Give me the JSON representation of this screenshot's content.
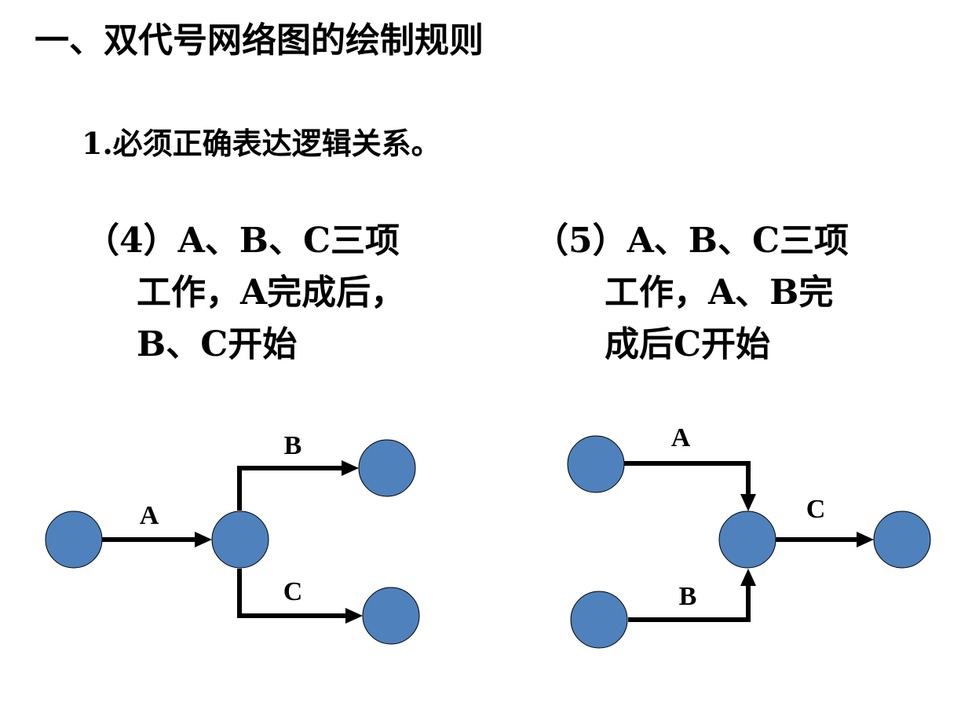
{
  "heading": "一、双代号网络图的绘制规则",
  "rule": "1.必须正确表达逻辑关系。",
  "case4": {
    "lines": [
      "（4）A、B、C三项",
      "工作，A完成后，",
      "B、C开始"
    ],
    "activities": {
      "A": "A",
      "B": "B",
      "C": "C"
    }
  },
  "case5": {
    "lines": [
      "（5）A、B、C三项",
      "工作，A、B完",
      "成后C开始"
    ],
    "activities": {
      "A": "A",
      "B": "B",
      "C": "C"
    }
  },
  "colors": {
    "node_fill": "#4f81bd",
    "arrow": "#000000"
  }
}
